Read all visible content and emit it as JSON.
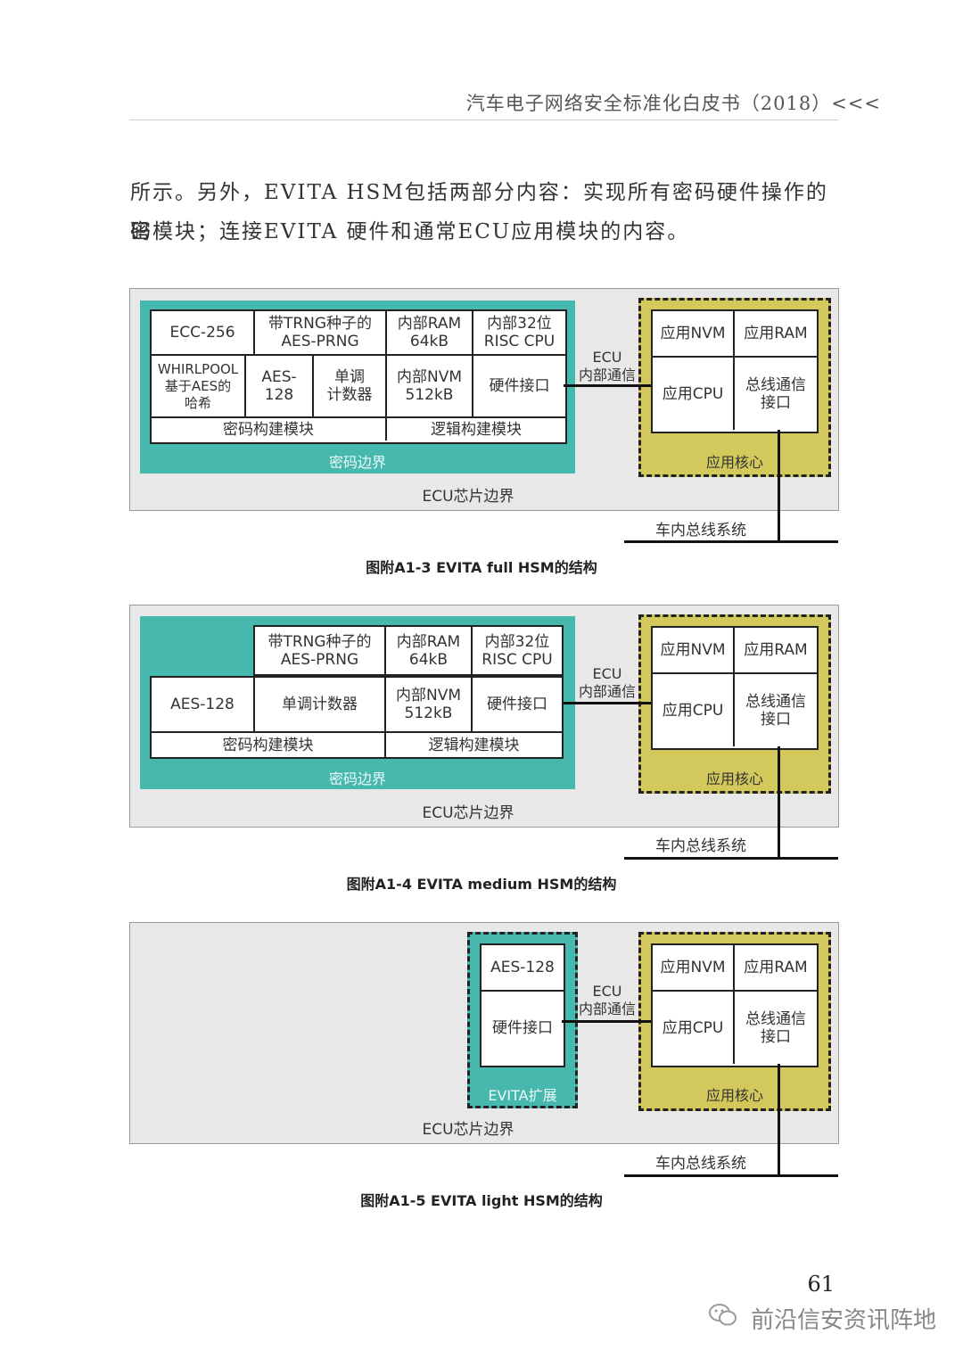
{
  "header": {
    "title": "汽车电子网络安全标准化白皮书（2018）<<<"
  },
  "body": {
    "line1": "所示。另外，EVITA HSM包括两部分内容：实现所有密码硬件操作的密",
    "line2": "码模块；连接EVITA 硬件和通常ECU应用模块的内容。"
  },
  "common": {
    "ecu_boundary": "ECU芯片边界",
    "crypto_boundary": "密码边界",
    "app_core": "应用核心",
    "ecu_internal": "ECU\n内部通信",
    "bus_system": "车内总线系统",
    "app_nvm": "应用NVM",
    "app_ram": "应用RAM",
    "app_cpu": "应用CPU",
    "bus_if": "总线通信\n接口",
    "crypto_module": "密码构建模块",
    "logic_module": "逻辑构建模块",
    "trng": "带TRNG种子的\nAES-PRNG",
    "int_ram": "内部RAM\n64kB",
    "int_cpu": "内部32位\nRISC CPU",
    "int_nvm": "内部NVM\n512kB",
    "hw_if": "硬件接口",
    "evita_ext": "EVITA扩展"
  },
  "fig1": {
    "caption": "图附A1-3 EVITA full HSM的结构",
    "ecc": "ECC-256",
    "whirlpool": "WHIRLPOOL\n基于AES的\n哈希",
    "aes": "AES-\n128",
    "counter": "单调\n计数器"
  },
  "fig2": {
    "caption": "图附A1-4 EVITA medium HSM的结构",
    "aes": "AES-128",
    "counter": "单调计数器"
  },
  "fig3": {
    "caption": "图附A1-5 EVITA light HSM的结构",
    "aes": "AES-128",
    "hw_if": "硬件接口"
  },
  "footer": {
    "page": "61",
    "watermark": "前沿信安资讯阵地"
  }
}
